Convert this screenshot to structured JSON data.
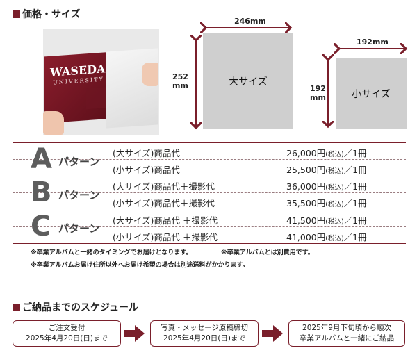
{
  "section_price": {
    "title": "価格・サイズ"
  },
  "photo": {
    "book_title": "WASEDA",
    "book_subtitle": "UNIVERSITY"
  },
  "large": {
    "width_label": "246mm",
    "height_label_top": "252",
    "height_label_bottom": "mm",
    "label": "大サイズ"
  },
  "small": {
    "width_label": "192mm",
    "height_label_top": "192",
    "height_label_bottom": "mm",
    "label": "小サイズ"
  },
  "patterns": [
    {
      "letter": "A",
      "label": "パターン",
      "rows": [
        {
          "item": "(大サイズ)商品代",
          "price": "26,000円",
          "tax": "(税込)",
          "unit": "／1冊"
        },
        {
          "item": "(小サイズ)商品代",
          "price": "25,500円",
          "tax": "(税込)",
          "unit": "／1冊"
        }
      ]
    },
    {
      "letter": "B",
      "label": "パターン",
      "rows": [
        {
          "item": "(大サイズ)商品代＋撮影代",
          "price": "36,000円",
          "tax": "(税込)",
          "unit": "／1冊"
        },
        {
          "item": "(小サイズ)商品代＋撮影代",
          "price": "35,500円",
          "tax": "(税込)",
          "unit": "／1冊"
        }
      ]
    },
    {
      "letter": "C",
      "label": "パターン",
      "rows": [
        {
          "item": "(大サイズ)商品代 ＋撮影代",
          "price": "41,500円",
          "tax": "(税込)",
          "unit": "／1冊"
        },
        {
          "item": "(小サイズ)商品代 ＋撮影代",
          "price": "41,000円",
          "tax": "(税込)",
          "unit": "／1冊"
        }
      ]
    }
  ],
  "notes": {
    "line1a": "※卒業アルバムと一緒のタイミングでお届けとなります。",
    "line1b": "※卒業アルバムとは別費用です。",
    "line2": "※卒業アルバムお届け住所以外へお届け希望の場合は別途送料がかかります。"
  },
  "section_schedule": {
    "title": "ご納品までのスケジュール"
  },
  "steps": [
    {
      "line1": "ご注文受付",
      "line2": "2025年4月20日(日)まで"
    },
    {
      "line1": "写真・メッセージ原稿締切",
      "line2": "2025年4月20日(日)まで"
    },
    {
      "line1": "2025年9月下旬頃から順次",
      "line2": "卒業アルバムと一緒にご納品"
    }
  ],
  "colors": {
    "accent": "#7a1f2b",
    "box": "#cfcfcf"
  }
}
